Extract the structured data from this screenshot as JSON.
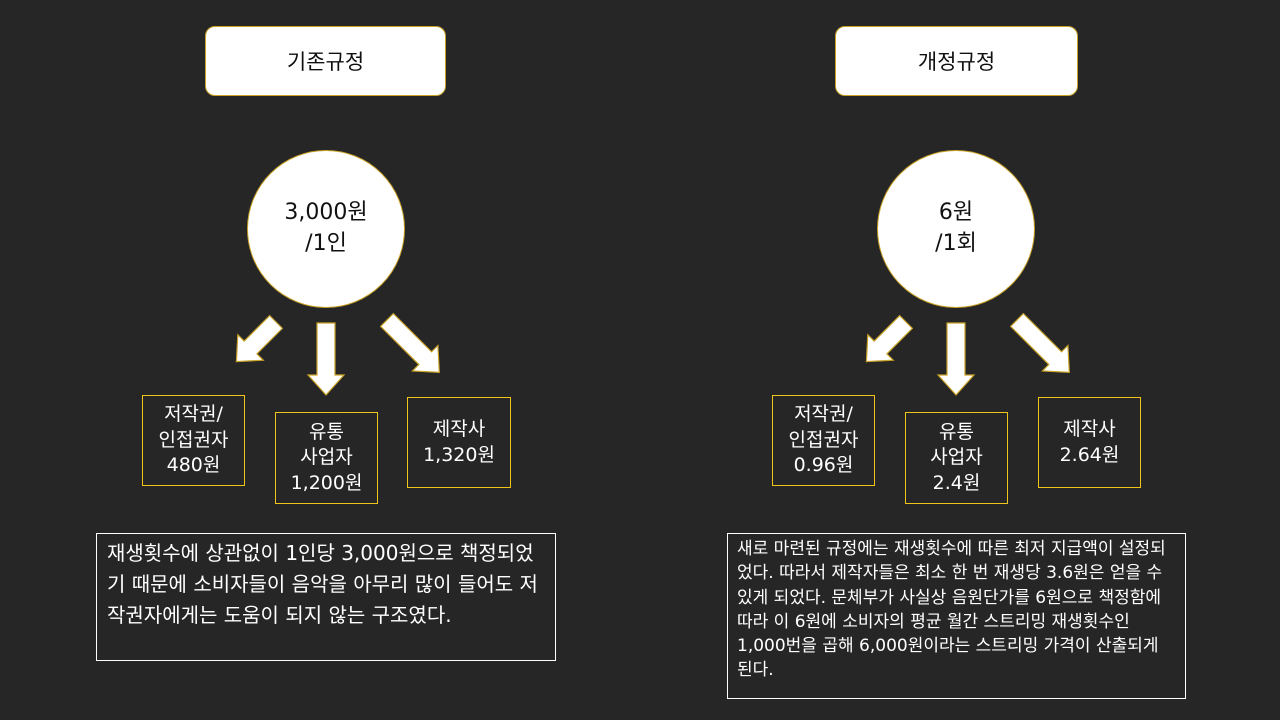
{
  "left": {
    "header": "기존규정",
    "circle": {
      "line1": "3,000원",
      "line2": "/1인"
    },
    "boxes": [
      {
        "lines": [
          "저작권/",
          "인접권자",
          "480원"
        ]
      },
      {
        "lines": [
          "유통",
          "사업자",
          "1,200원"
        ]
      },
      {
        "lines": [
          "제작사",
          "1,320원"
        ]
      }
    ],
    "note": "재생횟수에 상관없이 1인당 3,000원으로 책정되었기 때문에 소비자들이 음악을 아무리 많이 들어도 저작권자에게는 도움이 되지 않는 구조였다."
  },
  "right": {
    "header": "개정규정",
    "circle": {
      "line1": "6원",
      "line2": "/1회"
    },
    "boxes": [
      {
        "lines": [
          "저작권/",
          "인접권자",
          "0.96원"
        ]
      },
      {
        "lines": [
          "유통",
          "사업자",
          "2.4원"
        ]
      },
      {
        "lines": [
          "제작사",
          "2.64원"
        ]
      }
    ],
    "note": "새로 마련된 규정에는 재생횟수에 따른 최저 지급액이 설정되었다. 따라서 제작자들은 최소 한 번 재생당 3.6원은 얻을 수 있게 되었다. 문체부가 사실상 음원단가를 6원으로 책정함에 따라 이 6원에 소비자의 평균 월간 스트리밍 재생횟수인 1,000번을 곱해 6,000원이라는 스트리밍 가격이 산출되게 된다."
  },
  "colors": {
    "background": "#262626",
    "box_border": "#f0c419",
    "arrow_fill": "#ffffff",
    "arrow_stroke": "#c9a227"
  }
}
